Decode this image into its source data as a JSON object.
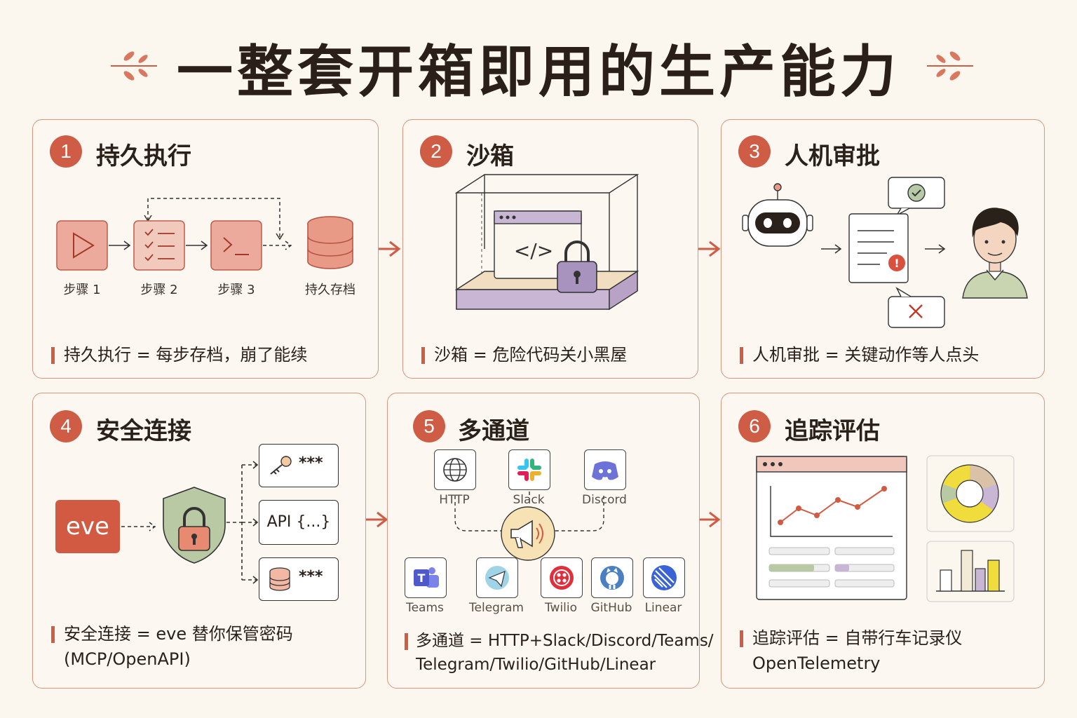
{
  "title": "一整套开箱即用的生产能力",
  "cards": [
    {
      "num": "1",
      "title": "持久执行",
      "summary": "持久执行 = 每步存档，崩了能续",
      "steps": [
        "步骤 1",
        "步骤 2",
        "步骤 3",
        "持久存档"
      ]
    },
    {
      "num": "2",
      "title": "沙箱",
      "summary": "沙箱 = 危险代码关小黑屋",
      "code": "</>"
    },
    {
      "num": "3",
      "title": "人机审批",
      "summary": "人机审批 = 关键动作等人点头"
    },
    {
      "num": "4",
      "title": "安全连接",
      "summary": "安全连接 = eve 替你保管密码",
      "summary2": "(MCP/OpenAPI)",
      "agent": "eve",
      "secrets": [
        "***",
        "API {...}",
        "***"
      ]
    },
    {
      "num": "5",
      "title": "多通道",
      "summary": "多通道 = HTTP+Slack/Discord/Teams/",
      "summary2": "Telegram/Twilio/GitHub/Linear",
      "channels_top": [
        "HTTP",
        "Slack",
        "Discord"
      ],
      "channels_bottom": [
        "Teams",
        "Telegram",
        "Twilio",
        "GitHub",
        "Linear"
      ]
    },
    {
      "num": "6",
      "title": "追踪评估",
      "summary": "追踪评估 = 自带行车记录仪",
      "summary2": "OpenTelemetry"
    }
  ],
  "colors": {
    "accent": "#cf5c44",
    "card_border": "#d4967e",
    "background": "#fbf6ee"
  }
}
